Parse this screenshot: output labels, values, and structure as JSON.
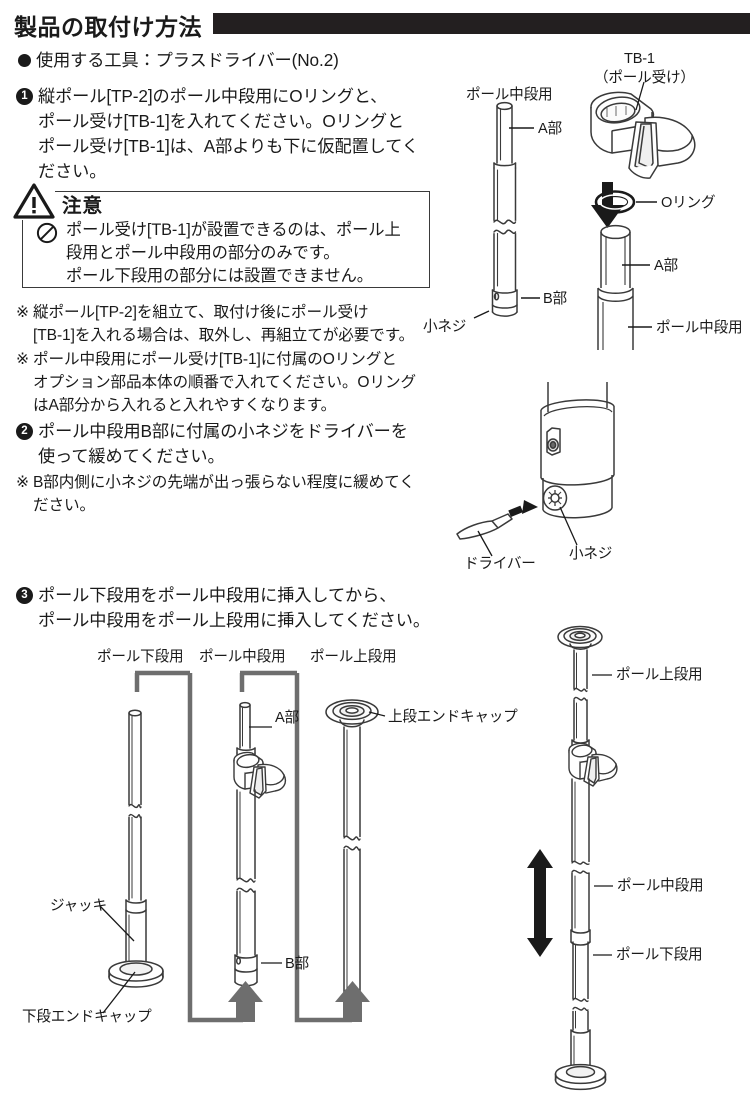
{
  "header": {
    "title": "製品の取付け方法"
  },
  "intro": {
    "tool_line": "使用する工具：プラスドライバー(No.2)"
  },
  "steps": [
    {
      "num": "1",
      "lines": [
        "縦ポール[TP-2]のポール中段用にOリングと、",
        "ポール受け[TB-1]を入れてください。Oリングと",
        "ポール受け[TB-1]は、A部よりも下に仮配置してく",
        "ださい。"
      ]
    },
    {
      "num": "2",
      "lines": [
        "ポール中段用B部に付属の小ネジをドライバーを",
        "使って緩めてください。"
      ]
    },
    {
      "num": "3",
      "lines": [
        "ポール下段用をポール中段用に挿入してから、",
        "ポール中段用をポール上段用に挿入してください。"
      ]
    }
  ],
  "caution": {
    "label": "注意",
    "lines": [
      "ポール受け[TB-1]が設置できるのは、ポール上",
      "段用とポール中段用の部分のみです。",
      "ポール下段用の部分には設置できません。"
    ]
  },
  "notes": [
    {
      "mark": "※",
      "lines": [
        "縦ポール[TP-2]を組立て、取付け後にポール受け",
        "[TB-1]を入れる場合は、取外し、再組立てが必要です。"
      ]
    },
    {
      "mark": "※",
      "lines": [
        "ポール中段用にポール受け[TB-1]に付属のOリングと",
        "オプション部品本体の順番で入れてください。Oリング",
        "はA部分から入れると入れやすくなります。"
      ]
    },
    {
      "mark": "※",
      "lines": [
        "B部内側に小ネジの先端が出っ張らない程度に緩めてく",
        "ださい。"
      ]
    }
  ],
  "fig1": {
    "pole_middle": "ポール中段用",
    "part_a": "A部",
    "part_b": "B部",
    "small_screw": "小ネジ",
    "tb1_line1": "TB-1",
    "tb1_line2": "（ポール受け）",
    "o_ring": "Oリング",
    "part_a2": "A部",
    "pole_middle2": "ポール中段用"
  },
  "fig2": {
    "driver": "ドライバー",
    "small_screw": "小ネジ"
  },
  "fig3": {
    "pole_lower": "ポール下段用",
    "pole_middle": "ポール中段用",
    "pole_upper": "ポール上段用",
    "part_a": "A部",
    "part_b": "B部",
    "upper_end_cap": "上段エンドキャップ",
    "jack": "ジャッキ",
    "lower_end_cap": "下段エンドキャップ"
  },
  "fig4": {
    "pole_upper": "ポール上段用",
    "pole_middle": "ポール中段用",
    "pole_lower": "ポール下段用"
  },
  "colors": {
    "ink": "#1a1a1a",
    "bar": "#231f20",
    "line": "#3a3a3a",
    "shade": "#e8e8e8"
  }
}
